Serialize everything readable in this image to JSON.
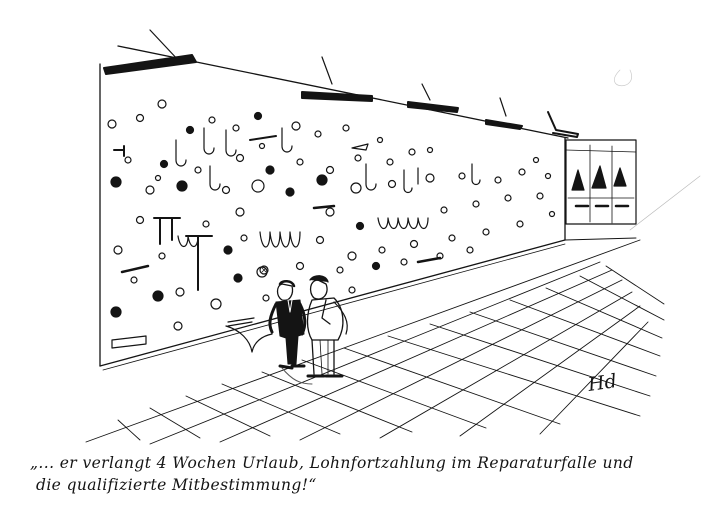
{
  "caption": {
    "line1": "„... er verlangt 4 Wochen Urlaub, Lohnfortzahlung im Reparaturfalle und",
    "line2": "die qualifizierte Mitbestimmung!“"
  },
  "signature": "Hd",
  "colors": {
    "ink": "#141414",
    "paper": "#ffffff",
    "grey": "#9a9a9a"
  }
}
